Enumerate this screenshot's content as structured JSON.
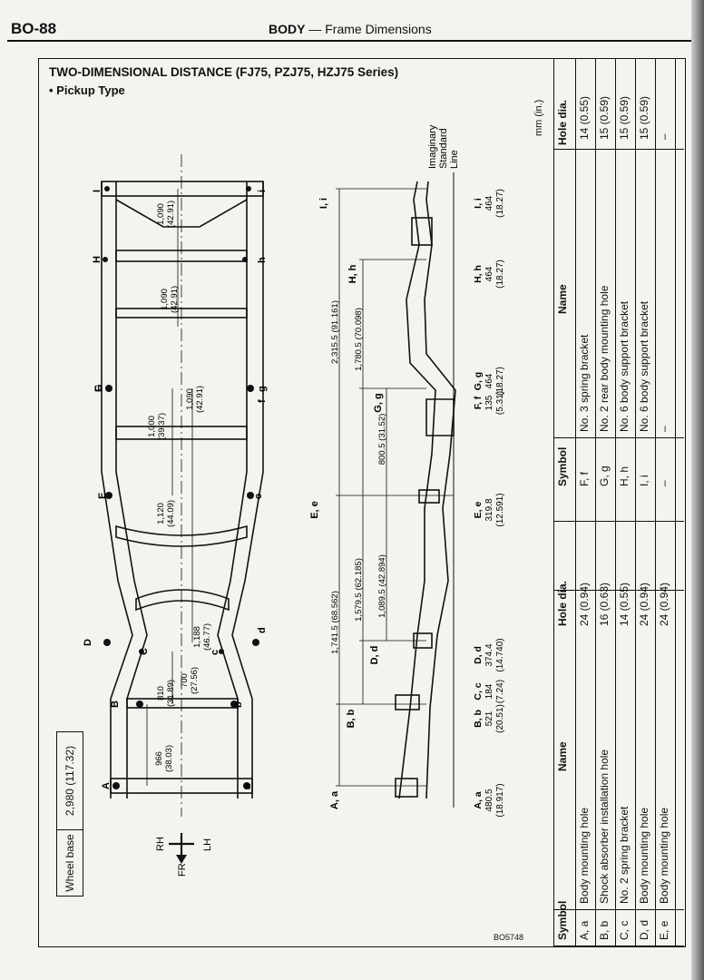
{
  "header": {
    "page_number": "BO-88",
    "section": "BODY",
    "separator": "—",
    "subsection": "Frame Dimensions"
  },
  "figure": {
    "title": "TWO-DIMENSIONAL DISTANCE (FJ75, PZJ75, HZJ75 Series)",
    "subtitle": "• Pickup Type",
    "units": "mm (in.)",
    "figure_code": "BO5748",
    "wheel_base": {
      "label": "Wheel base",
      "value": "2,980 (117.32)"
    },
    "direction": {
      "rh": "RH",
      "lh": "LH",
      "fr": "FR"
    },
    "imaginary_line": [
      "Imaginary",
      "Standard",
      "Line"
    ],
    "plan_labels": {
      "upper": [
        "A",
        "B",
        "C",
        "D",
        "E",
        "F",
        "G",
        "H",
        "I"
      ],
      "lower": [
        "a",
        "b",
        "c",
        "d",
        "e",
        "f",
        "g",
        "h",
        "i"
      ]
    },
    "plan_dims": [
      {
        "value": "966",
        "inch": "(38.03)"
      },
      {
        "value": "810",
        "inch": "(31.89)"
      },
      {
        "value": "700",
        "inch": "(27.56)"
      },
      {
        "value": "1,188",
        "inch": "(46.77)"
      },
      {
        "value": "1,120",
        "inch": "(44.09)"
      },
      {
        "value": "1,000",
        "inch": "(39.37)"
      },
      {
        "value": "1,090",
        "inch": "(42.91)"
      },
      {
        "value": "1,090",
        "inch": "(42.91)"
      },
      {
        "value": "1,090",
        "inch": "(42.91)"
      }
    ],
    "side_dims": [
      {
        "value": "2,315.5 (91.161)"
      },
      {
        "value": "1,780.5 (70.098)"
      },
      {
        "value": "1,741.5 (68.562)"
      },
      {
        "value": "1,579.5 (62.185)"
      },
      {
        "value": "1,089.5 (42.894)"
      },
      {
        "value": "800.5 (31.52)"
      }
    ],
    "side_labels": [
      "A, a",
      "B, b",
      "D, d",
      "E, e",
      "G, g",
      "H, h",
      "I, i"
    ],
    "heights": [
      {
        "sym": "A, a",
        "mm": "480.5",
        "in": "(18.917)"
      },
      {
        "sym": "B, b",
        "mm": "521",
        "in": "(20.51)"
      },
      {
        "sym": "C, c",
        "mm": "184",
        "in": "(7.24)"
      },
      {
        "sym": "D, d",
        "mm": "374.4",
        "in": "(14.740)"
      },
      {
        "sym": "E, e",
        "mm": "319.8",
        "in": "(12.591)"
      },
      {
        "sym": "F, f",
        "mm": "135",
        "in": "(5.31)"
      },
      {
        "sym": "G, g",
        "mm": "464",
        "in": "(18.27)"
      },
      {
        "sym": "H, h",
        "mm": "464",
        "in": "(18.27)"
      },
      {
        "sym": "I, i",
        "mm": "464",
        "in": "(18.27)"
      }
    ]
  },
  "table_a": {
    "headers": [
      "Symbol",
      "Name",
      "Hole dia."
    ],
    "rows": [
      [
        "A, a",
        "Body mounting hole",
        "24 (0.94)"
      ],
      [
        "B, b",
        "Shock absorber installation hole",
        "16 (0.63)"
      ],
      [
        "C, c",
        "No. 2 spring bracket",
        "14 (0.55)"
      ],
      [
        "D, d",
        "Body mounting hole",
        "24 (0.94)"
      ],
      [
        "E, e",
        "Body mounting hole",
        "24 (0.94)"
      ]
    ]
  },
  "table_b": {
    "headers": [
      "Symbol",
      "Name",
      "Hole dia."
    ],
    "rows": [
      [
        "F, f",
        "No. 3 spring bracket",
        "14 (0.55)"
      ],
      [
        "G, g",
        "No. 2 rear body mounting hole",
        "15 (0.59)"
      ],
      [
        "H, h",
        "No. 6 body support bracket",
        "15 (0.59)"
      ],
      [
        "I, i",
        "No. 6 body support bracket",
        "15 (0.59)"
      ],
      [
        "–",
        "–",
        "–"
      ]
    ]
  }
}
